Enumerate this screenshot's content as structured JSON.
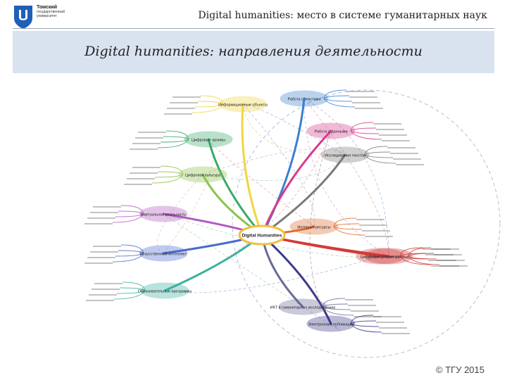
{
  "logo": {
    "icon": "university-shield-icon",
    "name": "Томский",
    "lines": [
      "государственный",
      "университет"
    ]
  },
  "header": {
    "title": "Digital humanities: место в системе гуманитарных наук"
  },
  "banner": {
    "title": "Digital humanities: направления деятельности"
  },
  "mindmap": {
    "center": "Digital Humanities",
    "branches": [
      {
        "label": "Информационные объекты",
        "color": "#f0d640"
      },
      {
        "label": "Работа с текстами",
        "color": "#3a7fd0"
      },
      {
        "label": "Работа с данными",
        "color": "#d83a8c"
      },
      {
        "label": "Исследования текстов",
        "color": "#7a7a7a"
      },
      {
        "label": "Цифровая культура",
        "color": "#8bc34a"
      },
      {
        "label": "Интернет-ресурсы",
        "color": "#e06b2a"
      },
      {
        "label": "Цифровые архивы",
        "color": "#3aa86a"
      },
      {
        "label": "Виртуальная реальность",
        "color": "#b05ac0"
      },
      {
        "label": "Визуализация данных",
        "color": "#c83a3a"
      },
      {
        "label": "Искусственный интеллект",
        "color": "#4a6ad0"
      },
      {
        "label": "Цифровые документы",
        "color": "#d83a3a"
      },
      {
        "label": "Образовательные программы",
        "color": "#3ab0a0"
      },
      {
        "label": "ИКТ в гуманитарных исследованиях",
        "color": "#6a6a9a"
      },
      {
        "label": "Электронные публикации",
        "color": "#3a3a8a"
      }
    ]
  },
  "footer": {
    "copyright": "© ТГУ 2015"
  }
}
